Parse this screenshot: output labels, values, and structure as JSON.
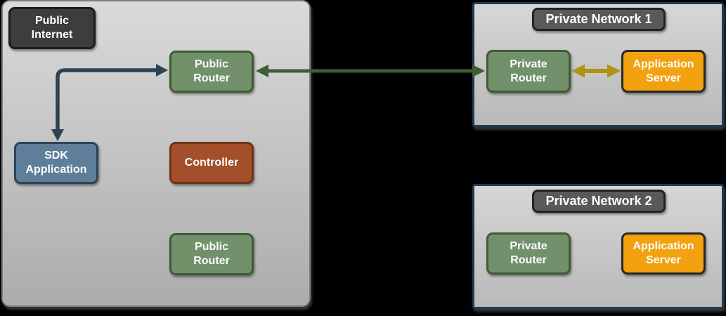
{
  "public_internet": {
    "label": "Public\nInternet",
    "nodes": {
      "public_router_top": "Public\nRouter",
      "sdk_application": "SDK\nApplication",
      "controller": "Controller",
      "public_router_bottom": "Public\nRouter"
    }
  },
  "private_network_1": {
    "title": "Private Network 1",
    "nodes": {
      "private_router": "Private\nRouter",
      "application_server": "Application\nServer"
    }
  },
  "private_network_2": {
    "title": "Private Network 2",
    "nodes": {
      "private_router": "Private\nRouter",
      "application_server": "Application\nServer"
    }
  },
  "connections": [
    {
      "from": "sdk-application",
      "to": "public-router-top",
      "direction": "bidirectional",
      "color": "#2e4256"
    },
    {
      "from": "public-router-top",
      "to": "private-router-1",
      "direction": "bidirectional",
      "color": "#3f5e35"
    },
    {
      "from": "private-router-1",
      "to": "application-server-1",
      "direction": "bidirectional",
      "color": "#b29212"
    }
  ],
  "colors": {
    "background": "#000000",
    "public_internet_fill": "#c9c9c9",
    "public_internet_border": "#7e7e7e",
    "private_network_border": "#1e3c54",
    "node_green_fill": "#72906a",
    "node_green_border": "#3e5c33",
    "node_blue_fill": "#5f7e99",
    "node_blue_border": "#2e4257",
    "node_red_fill": "#a34f2b",
    "node_red_border": "#6e3418",
    "node_orange_fill": "#f2a20e",
    "node_orange_border": "#26282a",
    "dark_label_fill": "#3d3d3d",
    "title_label_fill": "#595959",
    "arrow_navy": "#2e4256",
    "arrow_green": "#3f5e35",
    "arrow_yellow": "#b29212"
  }
}
